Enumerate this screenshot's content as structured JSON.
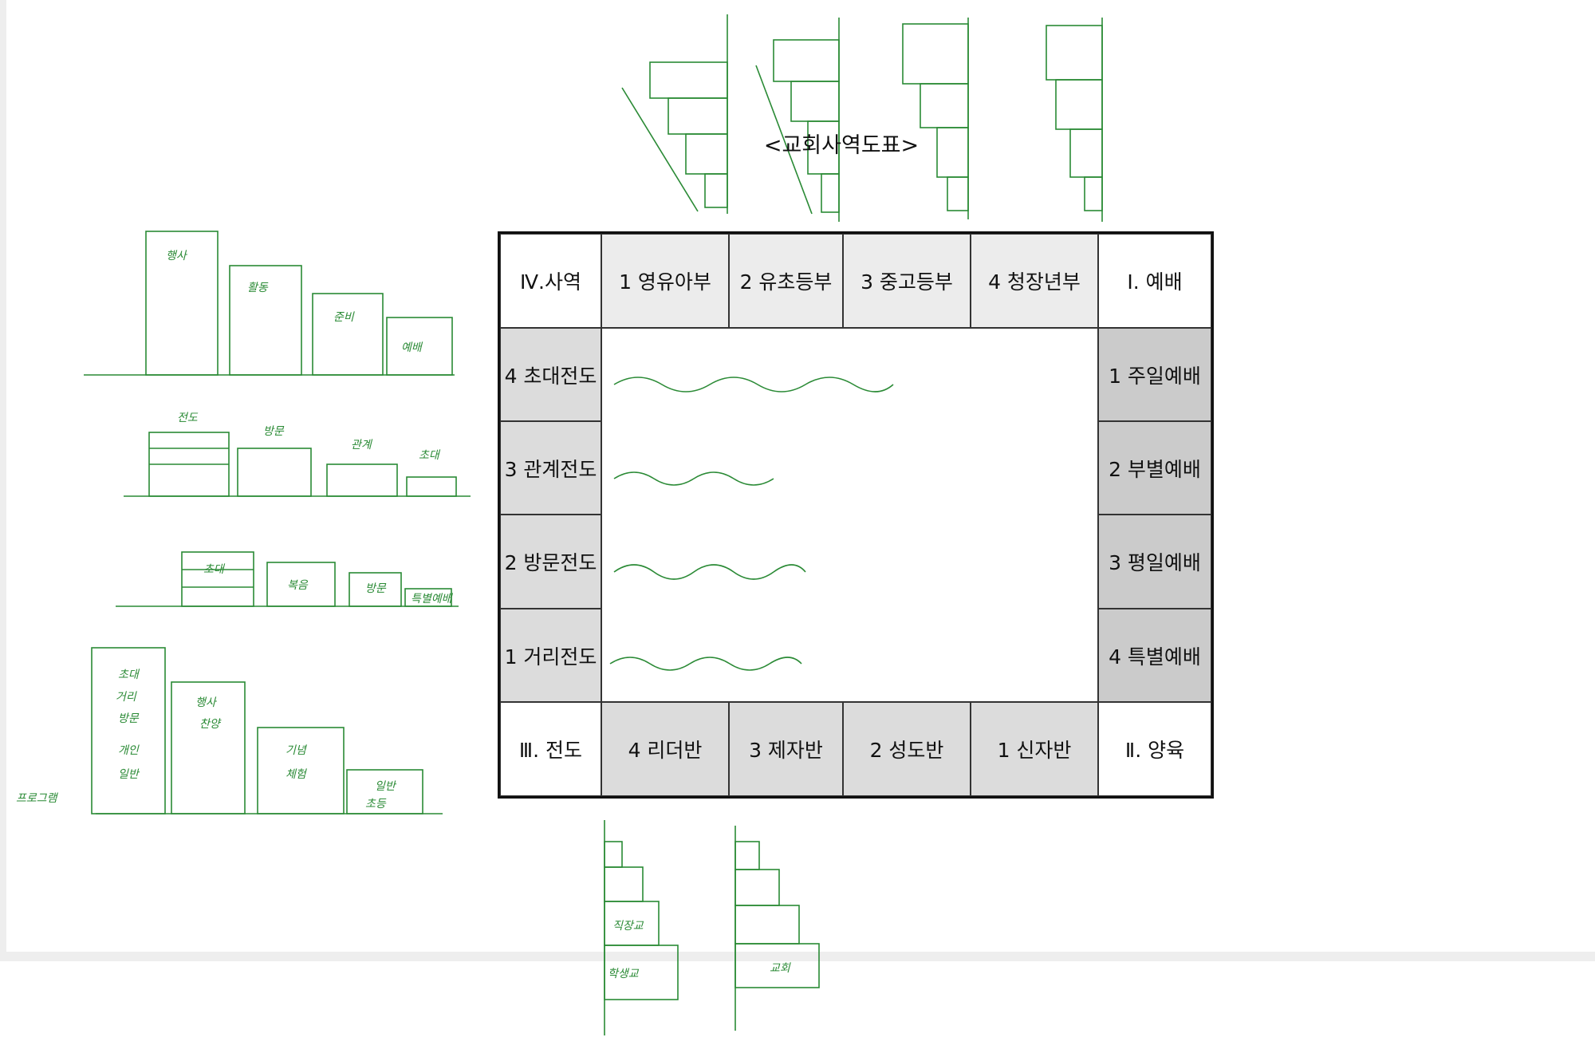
{
  "title": "<교회사역도표>",
  "chart_data": {
    "type": "table",
    "corners": {
      "top_left": "Ⅳ.사역",
      "top_right": "Ⅰ. 예배",
      "bottom_left": "Ⅲ. 전도",
      "bottom_right": "Ⅱ. 양육"
    },
    "top_row": [
      "1 영유아부",
      "2 유초등부",
      "3 중고등부",
      "4 청장년부"
    ],
    "right_column": [
      "1 주일예배",
      "2 부별예배",
      "3 평일예배",
      "4 특별예배"
    ],
    "bottom_row": [
      "4 리더반",
      "3 제자반",
      "2 성도반",
      "1 신자반"
    ],
    "left_column": [
      "4 초대전도",
      "3 관계전도",
      "2 방문전도",
      "1 거리전도"
    ]
  },
  "colors": {
    "annotation_green": "#2a8a35",
    "cell_light": "#ececec",
    "cell_mid": "#dcdcdc",
    "cell_dark": "#cbcbcb"
  }
}
